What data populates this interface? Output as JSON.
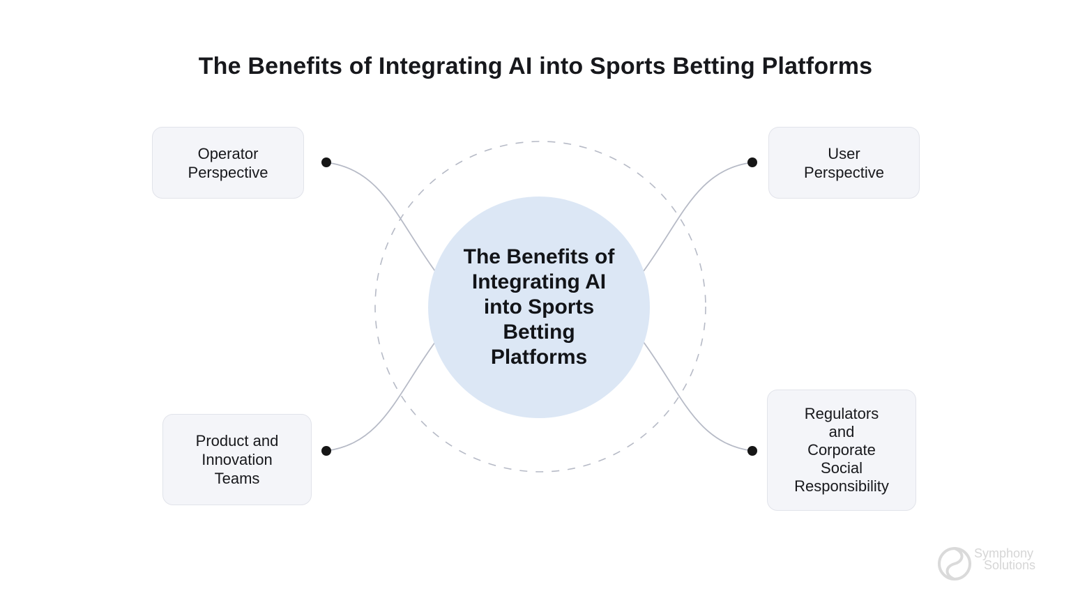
{
  "title": "The Benefits of Integrating AI into Sports Betting Platforms",
  "center": {
    "label": "The Benefits of\nIntegrating AI\ninto Sports\nBetting\nPlatforms"
  },
  "nodes": [
    {
      "id": "operator-perspective",
      "position": "top-left",
      "label": "Operator\nPerspective"
    },
    {
      "id": "user-perspective",
      "position": "top-right",
      "label": "User\nPerspective"
    },
    {
      "id": "product-innovation-teams",
      "position": "bottom-left",
      "label": "Product and\nInnovation\nTeams"
    },
    {
      "id": "regulators-csr",
      "position": "bottom-right",
      "label": "Regulators\nand\nCorporate\nSocial\nResponsibility"
    }
  ],
  "logo": {
    "name": "Symphony Solutions",
    "line1": "Symphony",
    "line2": "Solutions"
  },
  "colors": {
    "background": "#ffffff",
    "text": "#17181c",
    "node_fill": "#f4f5f9",
    "node_border": "#e1e3ea",
    "center_circle_fill": "#dce7f5",
    "dashed_ring": "#b6bac6",
    "connector": "#b6bac6",
    "dot": "#161616",
    "logo_gray": "#d6d6d6"
  }
}
